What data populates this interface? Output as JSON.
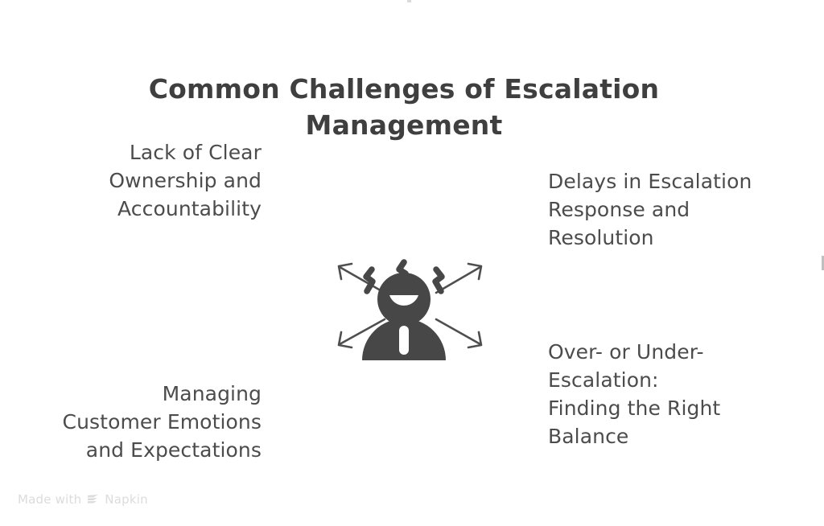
{
  "page": {
    "background_color": "#ffffff",
    "ink_color": "#4a4a4a",
    "title_color": "#3f3f3f"
  },
  "header": {
    "title": "Common Challenges of Escalation\nManagement"
  },
  "diagram": {
    "type": "radial-callout",
    "center_icon": {
      "name": "stressed-person-icon",
      "description": "dark gray person with open shouting mouth and three stress marks above the head",
      "color": "#474747"
    },
    "arrows": [
      {
        "name": "arrow-up-left",
        "direction": "up-left"
      },
      {
        "name": "arrow-up-right",
        "direction": "up-right"
      },
      {
        "name": "arrow-down-left",
        "direction": "down-left"
      },
      {
        "name": "arrow-down-right",
        "direction": "down-right"
      }
    ],
    "callouts": {
      "top_left": "Lack of Clear\nOwnership and\nAccountability",
      "top_right": "Delays in Escalation\nResponse and\nResolution",
      "bottom_left": "Managing\nCustomer Emotions\nand Expectations",
      "bottom_right": "Over- or Under-\nEscalation:\nFinding the Right\nBalance"
    }
  },
  "footer": {
    "made_with_text": "Made with",
    "brand": "Napkin",
    "logo_icon": "napkin-chevron-logo",
    "color": "#dcdcdc"
  }
}
